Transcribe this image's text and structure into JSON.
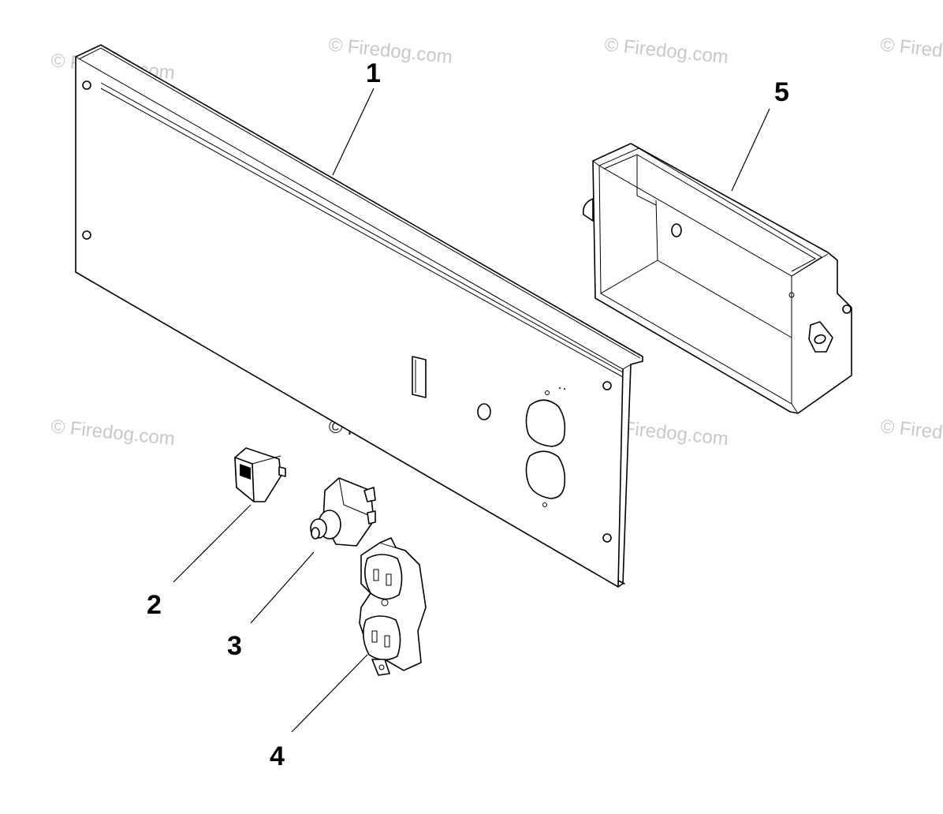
{
  "watermark": "© Firedog.com",
  "callouts": {
    "panel": "1",
    "rocker_switch": "2",
    "circuit_breaker": "3",
    "duplex_receptacle": "4",
    "control_box": "5"
  },
  "colors": {
    "line": "#000000",
    "watermark": "#c8c8c8",
    "background": "#ffffff"
  }
}
